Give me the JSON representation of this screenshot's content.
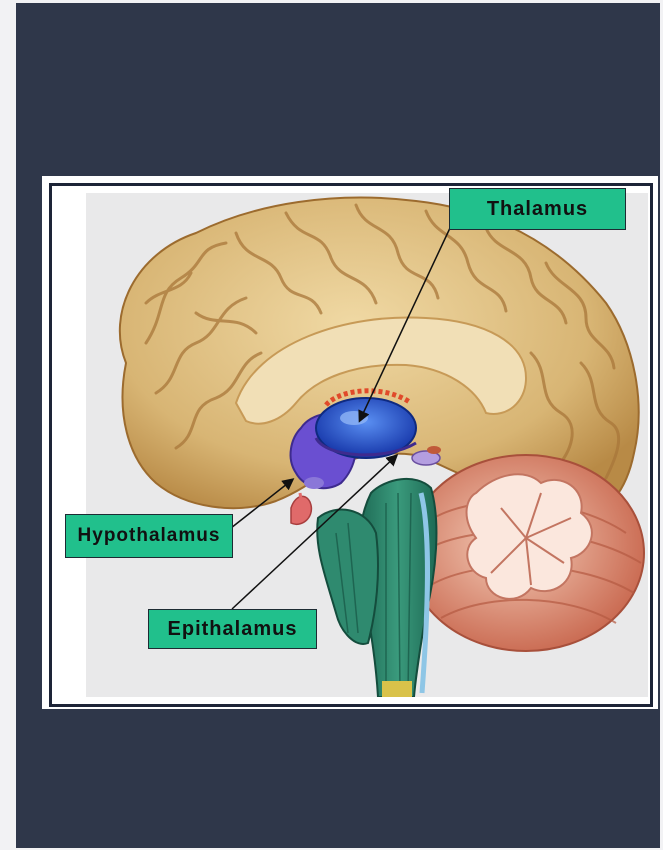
{
  "labels": {
    "thalamus": "Thalamus",
    "hypothalamus": "Hypothalamus",
    "epithalamus": "Epithalamus"
  },
  "colors": {
    "page_background": "#2f374a",
    "label_fill": "#21c08c",
    "cerebrum": "#d9b878",
    "thalamus": "#1f4fc8",
    "hypothalamus": "#6a4fd1",
    "brainstem": "#2f7f6a",
    "cerebellum": "#c9705a"
  }
}
